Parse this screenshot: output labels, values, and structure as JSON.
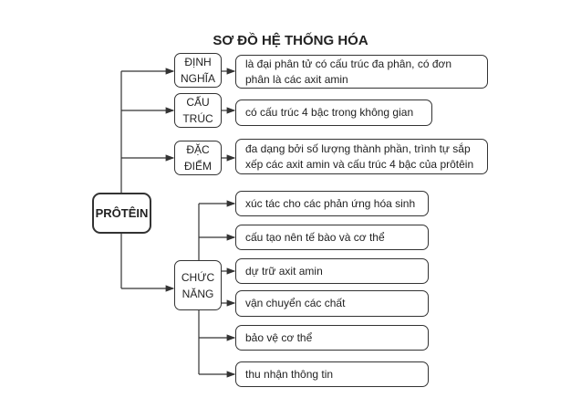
{
  "title": "SƠ ĐỒ HỆ THỐNG HÓA",
  "root": "PRÔTÊIN",
  "categories": [
    {
      "line1": "ĐỊNH",
      "line2": "NGHĨA",
      "detail": "là đại phân tử có cấu trúc đa phân, có đơn phân là các axit amin"
    },
    {
      "line1": "CẤU",
      "line2": "TRÚC",
      "detail": "có cấu trúc 4 bậc trong không gian"
    },
    {
      "line1": "ĐẶC",
      "line2": "ĐIỂM",
      "detail": "đa dạng bởi số lượng thành phần, trình tự sắp xếp các axit amin và cấu trúc 4 bậc của prôtêin"
    },
    {
      "line1": "CHỨC",
      "line2": "NĂNG"
    }
  ],
  "functions": [
    "xúc tác cho các phản ứng hóa sinh",
    "cấu tạo nên tế bào và cơ thể",
    "dự trữ axit amin",
    "vận chuyển các chất",
    "bảo vệ cơ thể",
    "thu nhận thông tin"
  ]
}
